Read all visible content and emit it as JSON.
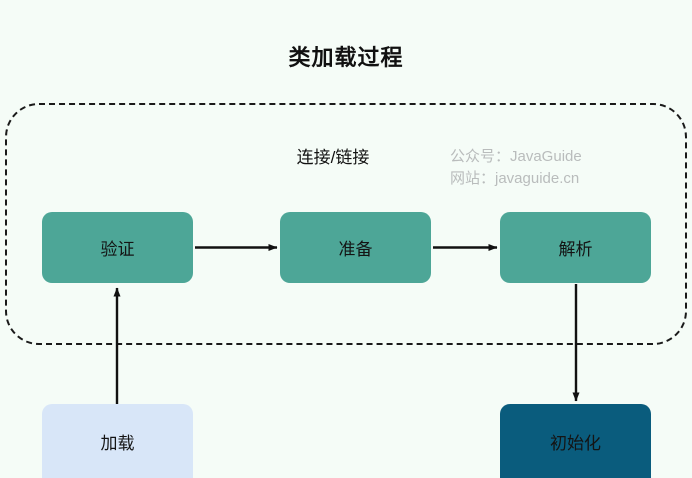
{
  "diagram": {
    "title": "类加载过程",
    "background_color": "#f5fcf7",
    "group": {
      "label": "连接/链接",
      "border_style": "dashed",
      "border_color": "#1a1a1a"
    },
    "watermark": {
      "line1": "公众号：JavaGuide",
      "line2": "网站：javaguide.cn",
      "color": "#b9bcbc"
    },
    "nodes": [
      {
        "id": "load",
        "label": "加载",
        "color": "#d8e6f8",
        "text_color": "#141414"
      },
      {
        "id": "verify",
        "label": "验证",
        "color": "#4da697",
        "text_color": "#141414"
      },
      {
        "id": "prepare",
        "label": "准备",
        "color": "#4da697",
        "text_color": "#141414"
      },
      {
        "id": "resolve",
        "label": "解析",
        "color": "#4da697",
        "text_color": "#141414"
      },
      {
        "id": "init",
        "label": "初始化",
        "color": "#0a5c7d",
        "text_color": "#141414"
      }
    ],
    "edges": [
      {
        "from": "load",
        "to": "verify",
        "direction": "up"
      },
      {
        "from": "verify",
        "to": "prepare",
        "direction": "right"
      },
      {
        "from": "prepare",
        "to": "resolve",
        "direction": "right"
      },
      {
        "from": "resolve",
        "to": "init",
        "direction": "down"
      }
    ]
  }
}
